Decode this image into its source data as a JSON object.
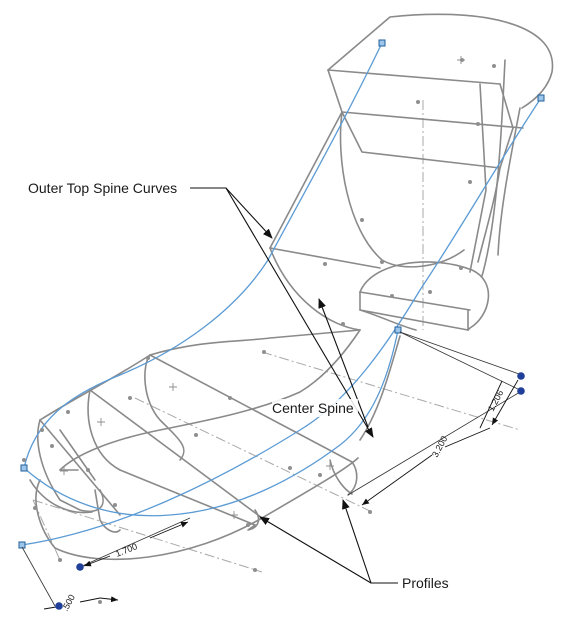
{
  "labels": {
    "outer_top_spine": "Outer Top Spine Curves",
    "center_spine": "Center Spine",
    "profiles": "Profiles"
  },
  "dimensions": {
    "d1": "1.206",
    "d2": "3.200",
    "d3": "1.700",
    "d4": ".500"
  },
  "colors": {
    "geometry": "#8a8a8a",
    "spine": "#5b9bd5",
    "annotation": "#111111"
  }
}
